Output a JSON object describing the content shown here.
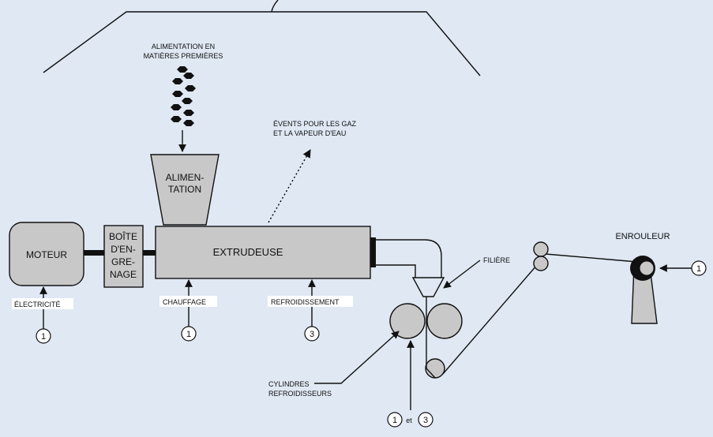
{
  "labels": {
    "raw_material_line1": "ALIMENTATION EN",
    "raw_material_line2": "MATIÈRES PREMIÈRES",
    "hopper_line1": "ALIMEN-",
    "hopper_line2": "TATION",
    "vents_line1": "ÉVENTS POUR LES GAZ",
    "vents_line2": "ET LA VAPEUR D'EAU",
    "motor": "MOTEUR",
    "gearbox_line1": "BOÎTE",
    "gearbox_line2": "D'EN-",
    "gearbox_line3": "GRE-",
    "gearbox_line4": "NAGE",
    "extruder": "EXTRUDEUSE",
    "electricity": "ÉLECTRICITÉ",
    "heating": "CHAUFFAGE",
    "cooling": "REFROIDISSEMENT",
    "die": "FILIÈRE",
    "winder": "ENROULEUR",
    "cooling_rolls_line1": "CYLINDRES",
    "cooling_rolls_line2": "REFROIDISSEURS",
    "and": "et"
  },
  "markers": {
    "one": "1",
    "three": "3"
  },
  "colors": {
    "background": "#dfe8f3",
    "equipment_fill": "#c8c8c8",
    "label_box": "#ffffff",
    "winder_hub": "#111111"
  }
}
